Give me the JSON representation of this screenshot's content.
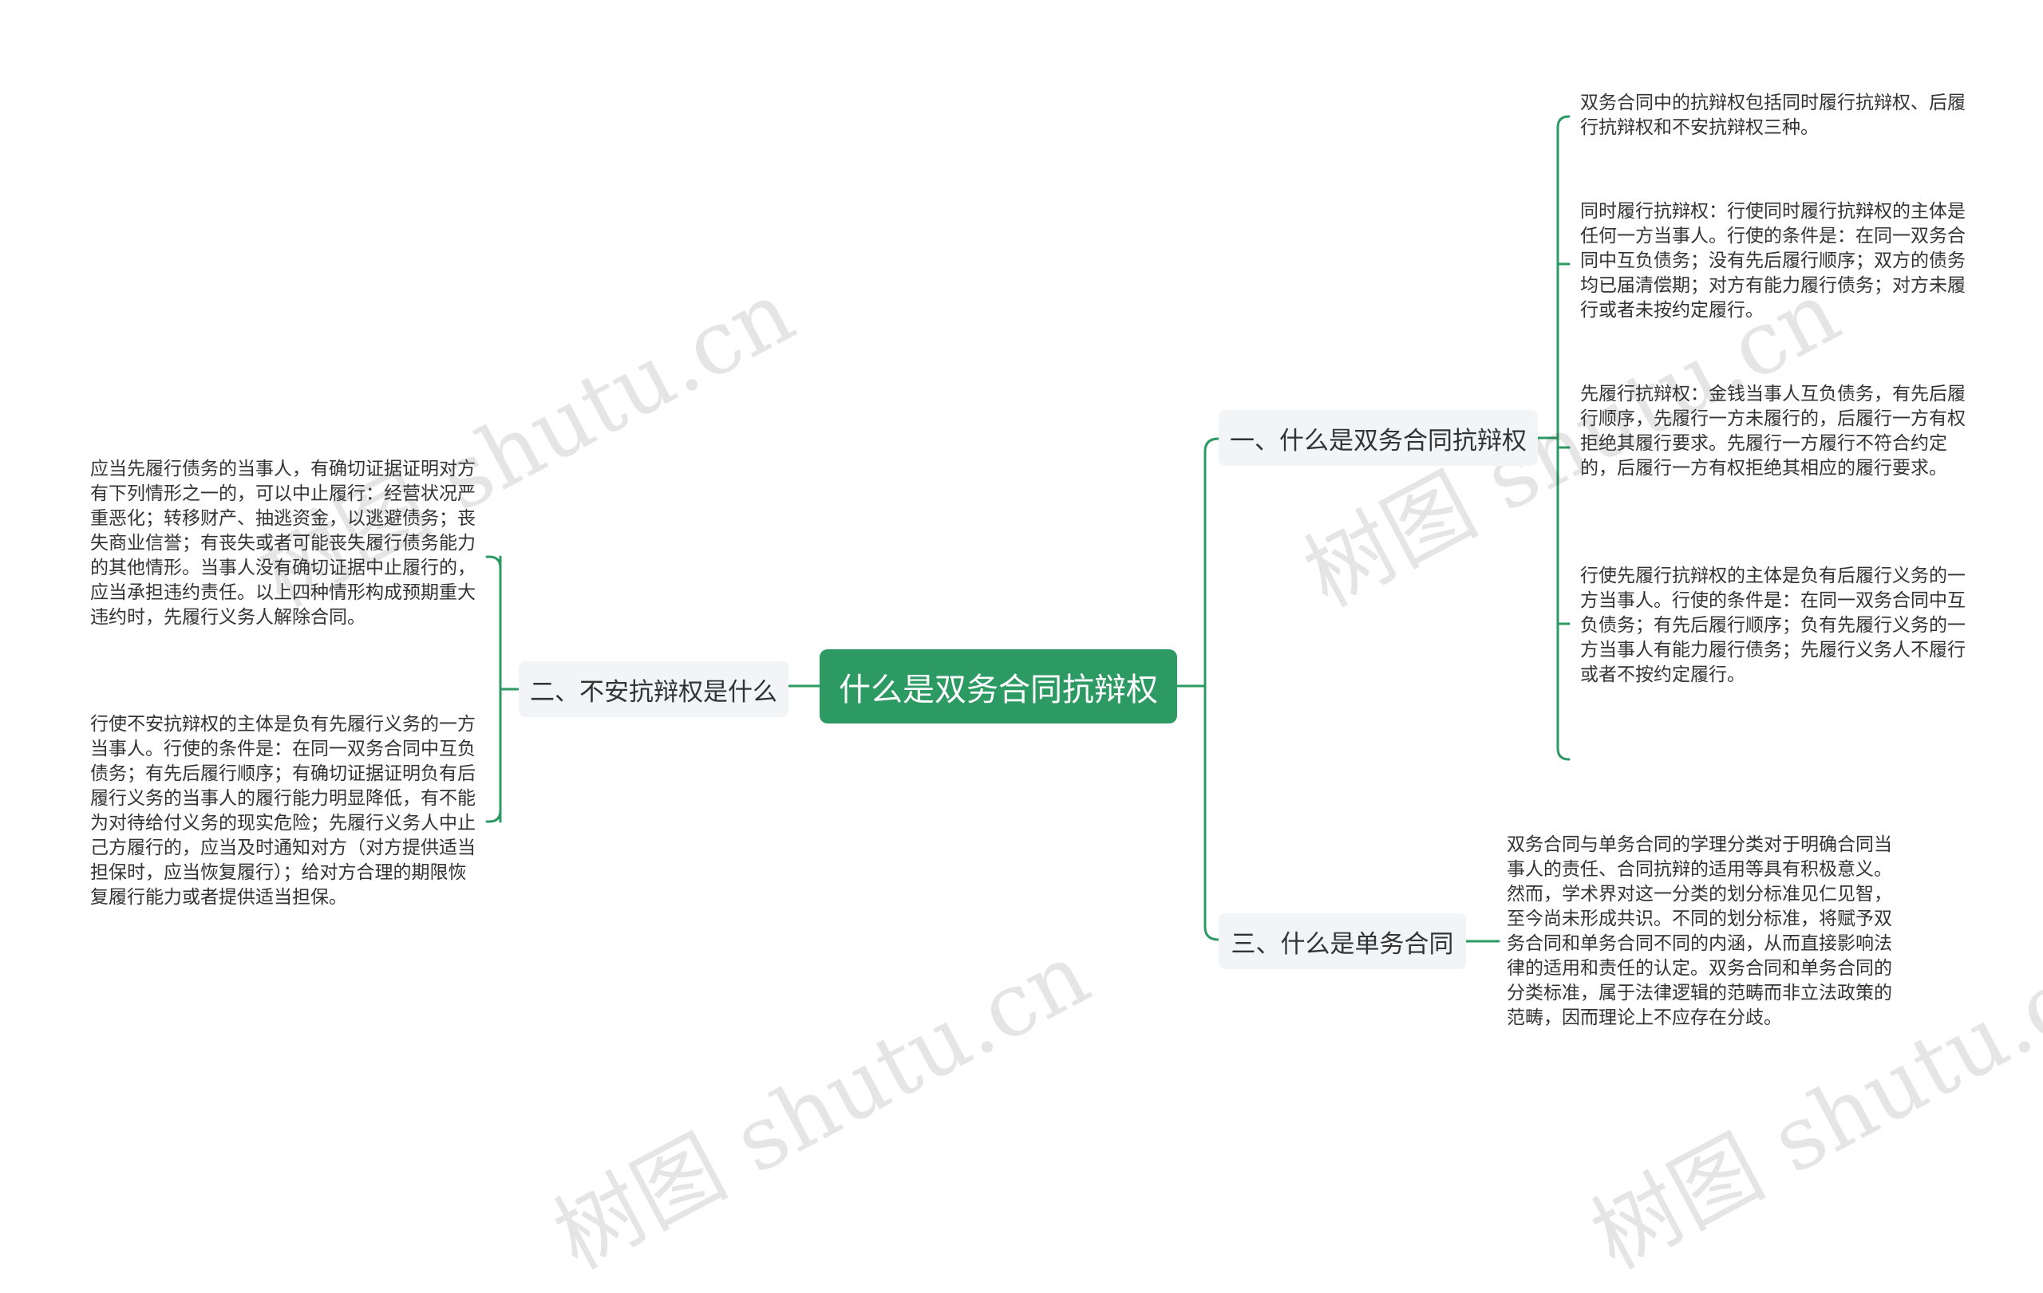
{
  "colors": {
    "accent": "#2c9a62",
    "branch_bg": "#f2f4f6",
    "text": "#333333",
    "connector": "#2c9a62"
  },
  "root": {
    "label": "什么是双务合同抗辩权"
  },
  "branches": [
    {
      "label": "一、什么是双务合同抗辩权",
      "leaves": [
        "双务合同中的抗辩权包括同时履行抗辩权、后履行抗辩权和不安抗辩权三种。",
        "同时履行抗辩权：行使同时履行抗辩权的主体是任何一方当事人。行使的条件是：在同一双务合同中互负债务；没有先后履行顺序；双方的债务均已届清偿期；对方有能力履行债务；对方未履行或者未按约定履行。",
        "先履行抗辩权：金钱当事人互负债务，有先后履行顺序，先履行一方未履行的，后履行一方有权拒绝其履行要求。先履行一方履行不符合约定的，后履行一方有权拒绝其相应的履行要求。",
        "行使先履行抗辩权的主体是负有后履行义务的一方当事人。行使的条件是：在同一双务合同中互负债务；有先后履行顺序；负有先履行义务的一方当事人有能力履行债务；先履行义务人不履行或者不按约定履行。"
      ]
    },
    {
      "label": "二、不安抗辩权是什么",
      "leaves": [
        "应当先履行债务的当事人，有确切证据证明对方有下列情形之一的，可以中止履行：经营状况严重恶化；转移财产、抽逃资金，以逃避债务；丧失商业信誉；有丧失或者可能丧失履行债务能力的其他情形。当事人没有确切证据中止履行的，应当承担违约责任。以上四种情形构成预期重大违约时，先履行义务人解除合同。",
        "行使不安抗辩权的主体是负有先履行义务的一方当事人。行使的条件是：在同一双务合同中互负债务；有先后履行顺序；有确切证据证明负有后履行义务的当事人的履行能力明显降低，有不能为对待给付义务的现实危险；先履行义务人中止己方履行的，应当及时通知对方（对方提供适当担保时，应当恢复履行）；给对方合理的期限恢复履行能力或者提供适当担保。"
      ]
    },
    {
      "label": "三、什么是单务合同",
      "leaves": [
        "双务合同与单务合同的学理分类对于明确合同当事人的责任、合同抗辩的适用等具有积极意义。然而，学术界对这一分类的划分标准见仁见智，至今尚未形成共识。不同的划分标准，将赋予双务合同和单务合同不同的内涵，从而直接影响法律的适用和责任的认定。双务合同和单务合同的分类标准，属于法律逻辑的范畴而非立法政策的范畴，因而理论上不应存在分歧。"
      ]
    }
  ],
  "watermark": "树图 shutu.cn"
}
